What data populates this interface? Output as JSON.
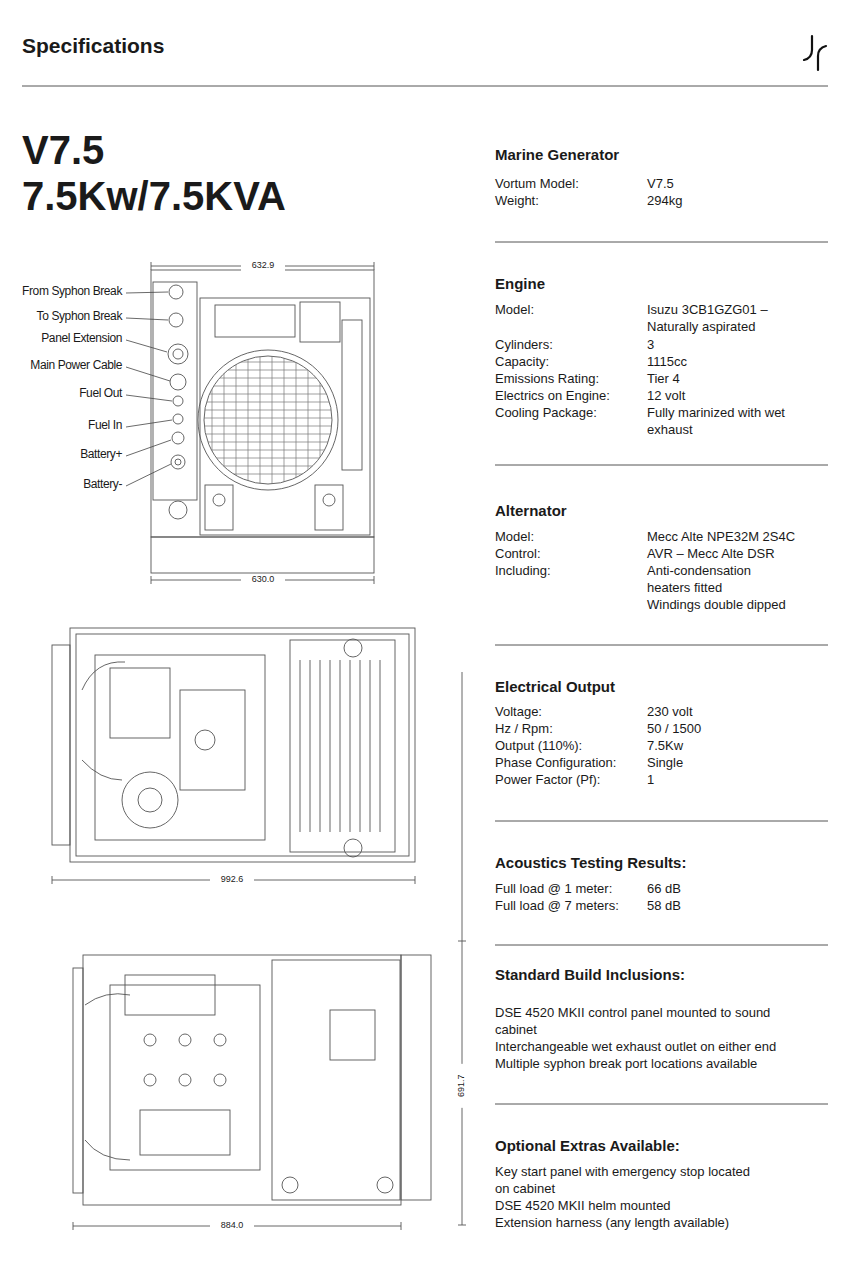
{
  "diagram": {
    "title": "Specifications",
    "labels": [
      "V7.5",
      "7.5Kw/7.5KVA",
      "From Syphon Break",
      "To Syphon Break",
      "Panel Extension",
      "Main Power Cable",
      "Fuel Out",
      "Fuel In",
      "Battery+",
      "Battery-",
      "632.9",
      "630.0",
      "992.6",
      "884.0",
      "691.7",
      "Marine Generator",
      "Vortum Model:",
      "V7.5",
      "Weight:",
      "294kg",
      "Engine",
      "Model:",
      "Isuzu 3CB1GZG01 – Naturally aspirated",
      "Cylinders:",
      "3",
      "Capacity:",
      "1115cc",
      "Emissions Rating:",
      "Tier 4",
      "Electrics on Engine:",
      "12 volt",
      "Cooling Package:",
      "Fully marinized with wet exhaust",
      "Alternator",
      "Model:",
      "Mecc Alte NPE32M 2S4C",
      "Control:",
      "AVR – Mecc Alte DSR",
      "Including:",
      "Anti-condensation heaters fitted",
      "Windings double dipped",
      "Electrical Output",
      "Voltage:",
      "230 volt",
      "Hz / Rpm:",
      "50 / 1500",
      "Output (110%):",
      "7.5Kw",
      "Phase Configuration:",
      "Single",
      "Power Factor (Pf):",
      "1",
      "Acoustics Testing Results:",
      "Full load @ 1 meter:",
      "66 dB",
      "Full load @ 7 meters:",
      "58 dB",
      "Standard Build Inclusions:",
      "DSE 4520 MKII control panel mounted to sound cabinet",
      "Interchangeable wet exhaust outlet on either end",
      "Multiple syphon break port locations available",
      "Optional Extras Available:",
      "Key start panel with emergency stop located on cabinet",
      "DSE 4520 MKII helm mounted",
      "Extension harness (any length available)"
    ]
  }
}
